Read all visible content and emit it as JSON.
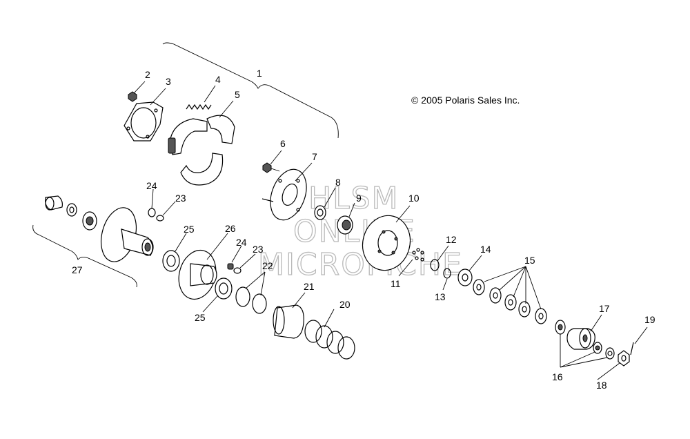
{
  "copyright": "© 2005 Polaris Sales Inc.",
  "watermark": [
    "HLSM",
    "ONLINE",
    "MICROFICHE"
  ],
  "callouts": [
    "1",
    "2",
    "3",
    "4",
    "5",
    "6",
    "7",
    "8",
    "9",
    "10",
    "11",
    "12",
    "13",
    "14",
    "15",
    "16",
    "17",
    "18",
    "19",
    "20",
    "21",
    "22",
    "23",
    "24",
    "25",
    "26",
    "27",
    "23",
    "24",
    "25"
  ]
}
